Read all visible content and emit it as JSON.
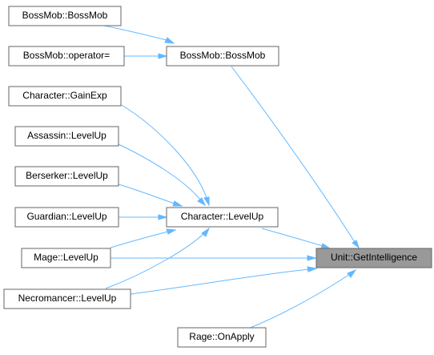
{
  "graph": {
    "accent_color": "#63b8ff",
    "highlight_fill": "#999999",
    "nodes": [
      {
        "id": "bossmob_ctor_a",
        "label": "BossMob::BossMob"
      },
      {
        "id": "bossmob_op",
        "label": "BossMob::operator="
      },
      {
        "id": "bossmob_ctor_b",
        "label": "BossMob::BossMob"
      },
      {
        "id": "char_gainexp",
        "label": "Character::GainExp"
      },
      {
        "id": "assassin_levelup",
        "label": "Assassin::LevelUp"
      },
      {
        "id": "berserker_levelup",
        "label": "Berserker::LevelUp"
      },
      {
        "id": "guardian_levelup",
        "label": "Guardian::LevelUp"
      },
      {
        "id": "char_levelup",
        "label": "Character::LevelUp"
      },
      {
        "id": "mage_levelup",
        "label": "Mage::LevelUp"
      },
      {
        "id": "necro_levelup",
        "label": "Necromancer::LevelUp"
      },
      {
        "id": "rage_onapply",
        "label": "Rage::OnApply"
      },
      {
        "id": "unit_getint",
        "label": "Unit::GetIntelligence",
        "highlight": true
      }
    ],
    "edges": [
      {
        "from": "bossmob_ctor_a",
        "to": "bossmob_ctor_b"
      },
      {
        "from": "bossmob_op",
        "to": "bossmob_ctor_b"
      },
      {
        "from": "bossmob_ctor_b",
        "to": "unit_getint"
      },
      {
        "from": "char_gainexp",
        "to": "char_levelup"
      },
      {
        "from": "assassin_levelup",
        "to": "char_levelup"
      },
      {
        "from": "berserker_levelup",
        "to": "char_levelup"
      },
      {
        "from": "guardian_levelup",
        "to": "char_levelup"
      },
      {
        "from": "mage_levelup",
        "to": "char_levelup"
      },
      {
        "from": "necro_levelup",
        "to": "char_levelup"
      },
      {
        "from": "char_levelup",
        "to": "unit_getint"
      },
      {
        "from": "mage_levelup",
        "to": "unit_getint"
      },
      {
        "from": "necro_levelup",
        "to": "unit_getint"
      },
      {
        "from": "rage_onapply",
        "to": "unit_getint"
      }
    ]
  }
}
